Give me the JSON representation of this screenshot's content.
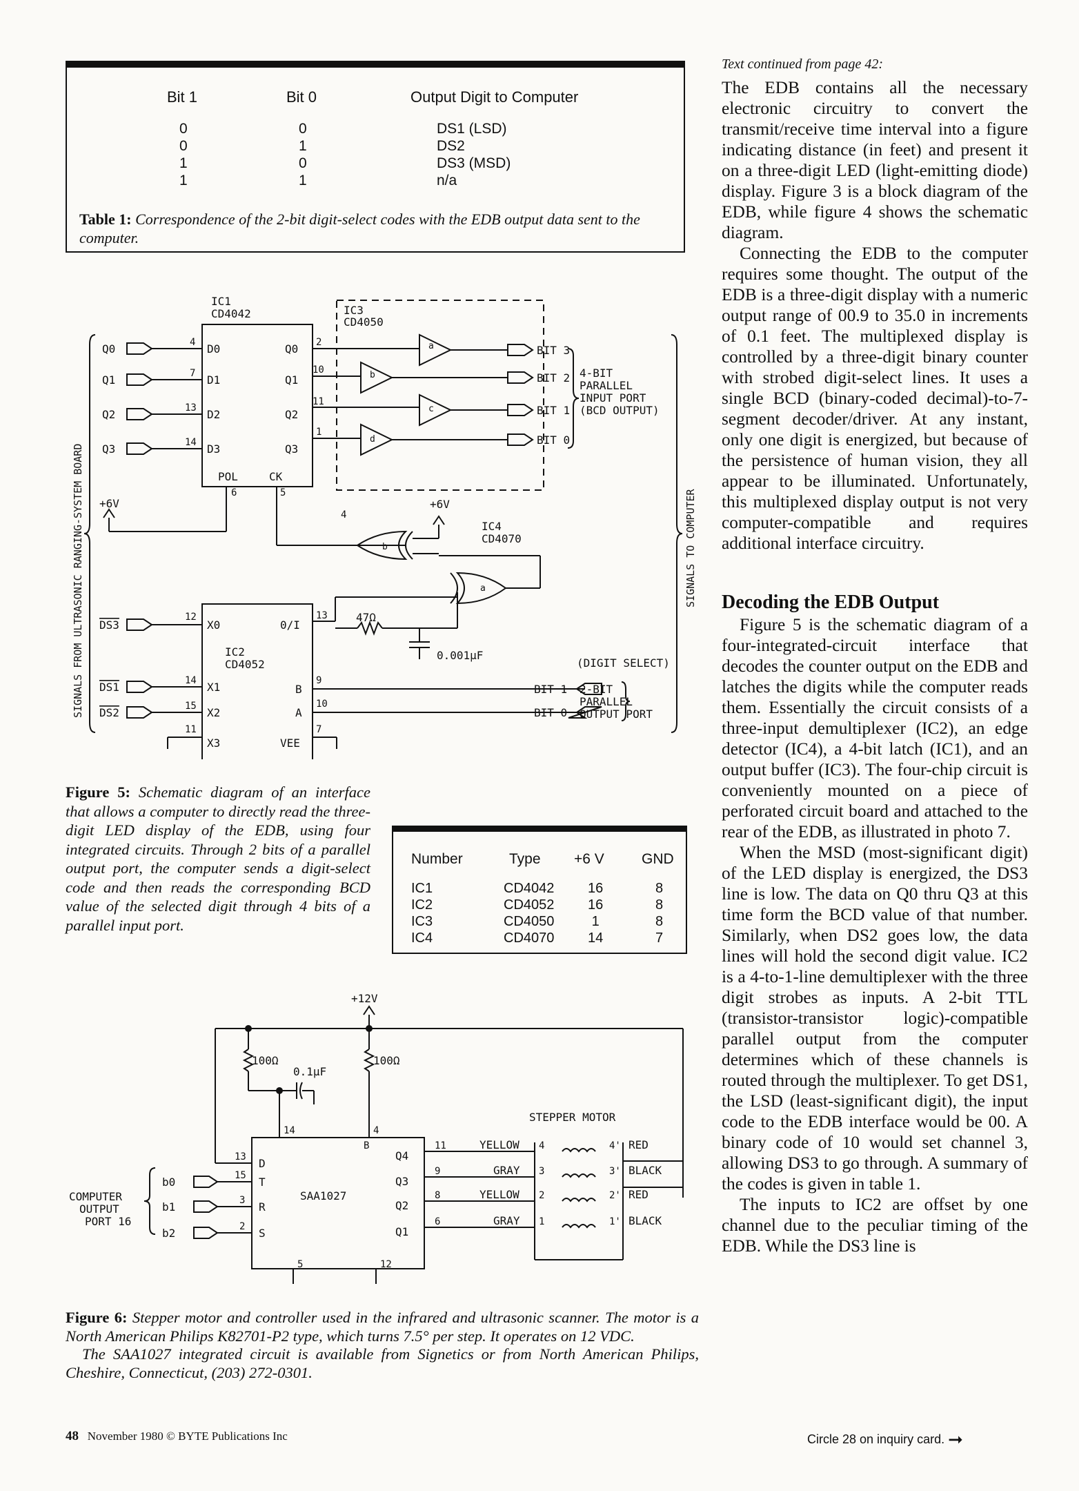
{
  "table1": {
    "headers": [
      "Bit 1",
      "Bit 0",
      "Output Digit to Computer"
    ],
    "bit1": [
      "0",
      "0",
      "1",
      "1"
    ],
    "bit0": [
      "0",
      "1",
      "0",
      "1"
    ],
    "outputs": [
      "DS1 (LSD)",
      "DS2",
      "DS3 (MSD)",
      "n/a"
    ],
    "caption_label": "Table 1:",
    "caption_text": "Correspondence of the 2-bit digit-select codes with the EDB output data sent to the computer."
  },
  "fig5": {
    "ic1": "IC1",
    "ic1_type": "CD4042",
    "ic2": "IC2",
    "ic2_type": "CD4052",
    "ic3": "IC3",
    "ic3_type": "CD4050",
    "ic4": "IC4",
    "ic4_type": "CD4070",
    "left_side_label": "SIGNALS FROM ULTRASONIC RANGING-SYSTEM BOARD",
    "right_side_label": "SIGNALS TO COMPUTER",
    "inputs": [
      "Q0",
      "Q1",
      "Q2",
      "Q3"
    ],
    "ds_inputs": [
      "DS3",
      "DS1",
      "DS2"
    ],
    "ic1_left_pins": [
      "D0",
      "D1",
      "D2",
      "D3"
    ],
    "ic1_right_pins": [
      "Q0",
      "Q1",
      "Q2",
      "Q3"
    ],
    "ic1_bottom": [
      "POL",
      "CK"
    ],
    "ic2_left_pins": [
      "X0",
      "X1",
      "X2",
      "X3"
    ],
    "ic2_right_pins": [
      "0/I",
      "B",
      "A",
      "VEE"
    ],
    "outputs": [
      "BIT 3",
      "BIT 2",
      "BIT 1",
      "BIT 0"
    ],
    "input_port_label": [
      "4-BIT",
      "PARALLEL",
      "INPUT PORT",
      "(BCD OUTPUT)"
    ],
    "digit_select_label": "(DIGIT SELECT)",
    "select_outputs": [
      "BIT 1",
      "BIT 0"
    ],
    "output_port_label": [
      "2-BIT",
      "PARALLEL",
      "OUTPUT PORT"
    ],
    "supply": "+6V",
    "resistor": "47Ω",
    "capacitor": "0.001μF",
    "buffers": [
      "a",
      "b",
      "c",
      "d"
    ],
    "gates": [
      "a",
      "b"
    ]
  },
  "fig5cap": {
    "label": "Figure 5:",
    "text": "Schematic diagram of an interface that allows a computer to directly read the three-digit LED display of the EDB, using four integrated circuits. Through 2 bits of a parallel output port, the computer sends a digit-select code and then reads the corresponding BCD value of the selected digit through 4 bits of a parallel input port."
  },
  "ictable": {
    "headers": [
      "Number",
      "Type",
      "+6 V",
      "GND"
    ],
    "numbers": [
      "IC1",
      "IC2",
      "IC3",
      "IC4"
    ],
    "types": [
      "CD4042",
      "CD4052",
      "CD4050",
      "CD4070"
    ],
    "v6": [
      "16",
      "16",
      "1",
      "14"
    ],
    "gnd": [
      "8",
      "8",
      "8",
      "7"
    ]
  },
  "fig6": {
    "supply": "+12V",
    "r1": "100Ω",
    "r2": "100Ω",
    "cap": "0.1μF",
    "chip": "SAA1027",
    "left_pins": [
      "D",
      "T",
      "R",
      "S"
    ],
    "right_pins": [
      "Q4",
      "Q3",
      "Q2",
      "Q1"
    ],
    "port_label": [
      "COMPUTER",
      "OUTPUT",
      "PORT 16"
    ],
    "port_bits": [
      "b0",
      "b1",
      "b2"
    ],
    "motor_label": "STEPPER MOTOR",
    "wire_colors_left": [
      "YELLOW",
      "GRAY",
      "YELLOW",
      "GRAY"
    ],
    "wire_colors_right": [
      "RED",
      "BLACK",
      "RED",
      "BLACK"
    ]
  },
  "fig6cap": {
    "label": "Figure 6:",
    "text": "Stepper motor and controller used in the infrared and ultrasonic scanner. The motor is a North American Philips K82701-P2 type, which turns 7.5° per step. It operates on 12 VDC.",
    "note": "The SAA1027 integrated circuit is available from Signetics or from North American Philips, Cheshire, Connecticut, (203) 272-0301."
  },
  "rightcol": {
    "continued": "Text continued from page 42:",
    "p1": "The EDB contains all the necessary electronic circuitry to convert the transmit/receive time interval into a figure indicating distance (in feet) and present it on a three-digit LED (light-emitting diode) display. Figure 3 is a block diagram of the EDB, while figure 4 shows the schematic diagram.",
    "p2": "Connecting the EDB to the computer requires some thought. The output of the EDB is a three-digit display with a numeric output range of 00.9 to 35.0 in increments of 0.1 feet. The multiplexed display is controlled by a three-digit binary counter with strobed digit-select lines. It uses a single BCD (binary-coded decimal)-to-7-segment decoder/driver. At any instant, only one digit is energized, but because of the persistence of human vision, they all appear to be illuminated. Unfortunately, this multiplexed display output is not very computer-compatible and requires additional interface circuitry.",
    "heading": "Decoding the EDB Output",
    "p3": "Figure 5 is the schematic diagram of a four-integrated-circuit interface that decodes the counter output on the EDB and latches the digits while the computer reads them. Essentially the circuit consists of a three-input demultiplexer (IC2), an edge detector (IC4), a 4-bit latch (IC1), and an output buffer (IC3). The four-chip circuit is conveniently mounted on a piece of perforated circuit board and attached to the rear of the EDB, as illustrated in photo 7.",
    "p4": "When the MSD (most-significant digit) of the LED display is energized, the DS3 line is low. The data on Q0 thru Q3 at this time form the BCD value of that number. Similarly, when DS2 goes low, the data lines will hold the second digit value. IC2 is a 4-to-1-line demultiplexer with the three digit strobes as inputs. A 2-bit TTL (transistor-transistor logic)-compatible parallel output from the computer determines which of these channels is routed through the multiplexer. To get DS1, the LSD (least-significant digit), the input code to the EDB interface would be 00. A binary code of 10 would set channel 3, allowing DS3 to go through. A summary of the codes is given in table 1.",
    "p5": "The inputs to IC2 are offset by one channel due to the peculiar timing of the EDB. While the DS3 line is"
  },
  "footer": {
    "page": "48",
    "left": "November 1980 © BYTE Publications Inc",
    "right": "Circle 28 on inquiry card."
  }
}
